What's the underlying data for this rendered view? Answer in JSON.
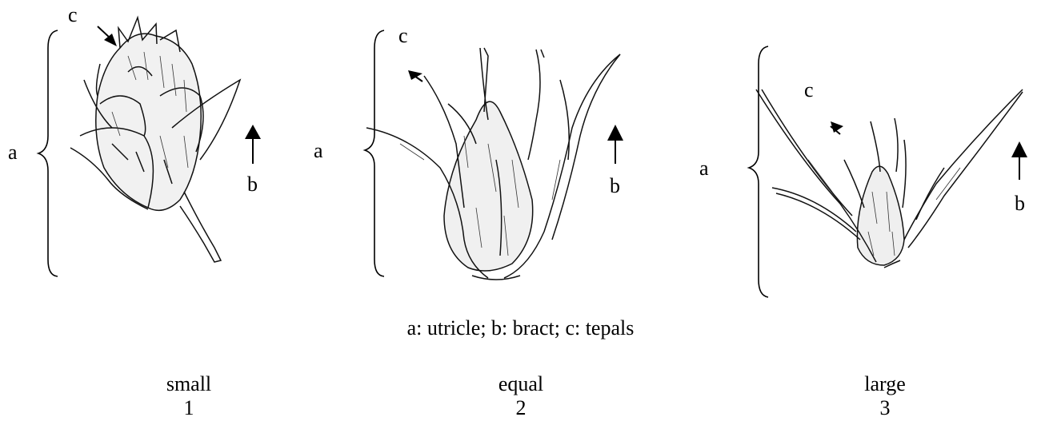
{
  "labels": {
    "utricle": "a",
    "bract": "b",
    "tepals": "c"
  },
  "legend": "a:  utricle;  b:  bract;  c:  tepals",
  "panels": [
    {
      "caption_word": "small",
      "caption_num": "1"
    },
    {
      "caption_word": "equal",
      "caption_num": "2"
    },
    {
      "caption_word": "large",
      "caption_num": "3"
    }
  ]
}
